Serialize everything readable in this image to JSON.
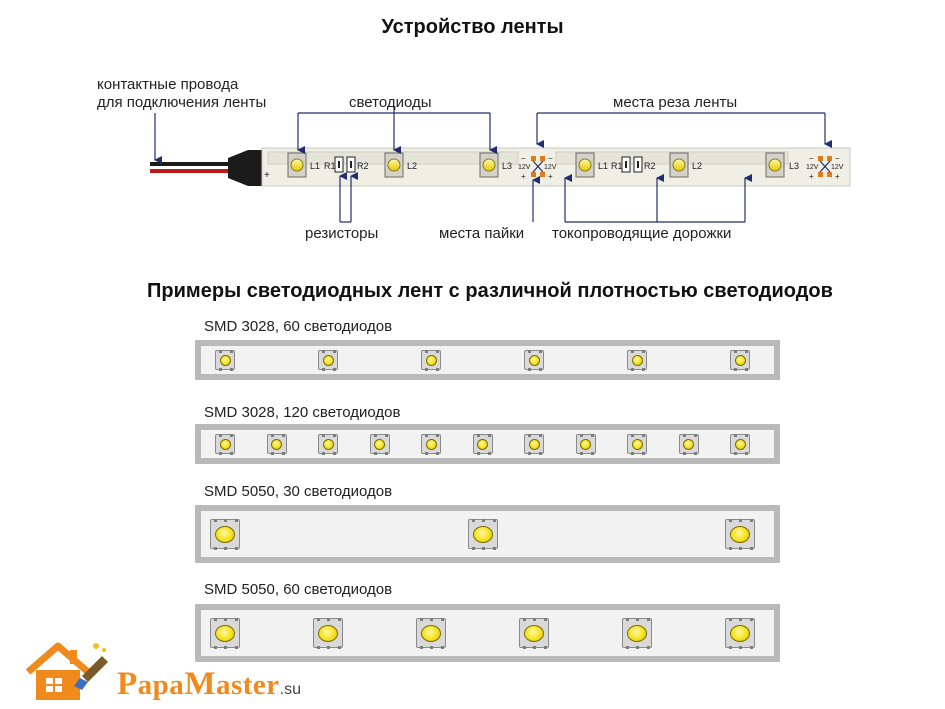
{
  "title_top": "Устройство ленты",
  "title_bottom": "Примеры светодиодных лент с различной плотностью светодиодов",
  "device": {
    "wires_label_line1": "контактные провода",
    "wires_label_line2": "для подключения ленты",
    "leds_label": "светодиоды",
    "cut_label": "места реза ленты",
    "resistors_label": "резисторы",
    "solder_label": "места пайки",
    "traces_label": "токопроводящие дорожки",
    "strip_marks": {
      "L1": "L1",
      "R1": "R1",
      "R2": "R2",
      "L2": "L2",
      "L3": "L3",
      "v12": "12V",
      "plus": "+",
      "minus": "−"
    }
  },
  "strips": [
    {
      "label": "SMD 3028, 60 светодиодов",
      "type": "3028",
      "count": 6
    },
    {
      "label": "SMD 3028, 120 светодиодов",
      "type": "3028",
      "count": 11
    },
    {
      "label": "SMD 5050, 30 светодиодов",
      "type": "5050",
      "count": 3
    },
    {
      "label": "SMD 5050, 60 светодиодов",
      "type": "5050",
      "count": 6
    }
  ],
  "brand": {
    "first_big": "P",
    "first_rest": "apa",
    "second_big": "M",
    "second_rest": "aster",
    "suffix": ".su"
  },
  "colors": {
    "led_yellow": "#f6e21c",
    "strip_border": "#b9b9b9",
    "strip_fill": "#f2f2f2",
    "annotation_line": "#1f2e6e",
    "solder_pad": "#e07a1a",
    "brand_orange": "#f08a1c"
  }
}
